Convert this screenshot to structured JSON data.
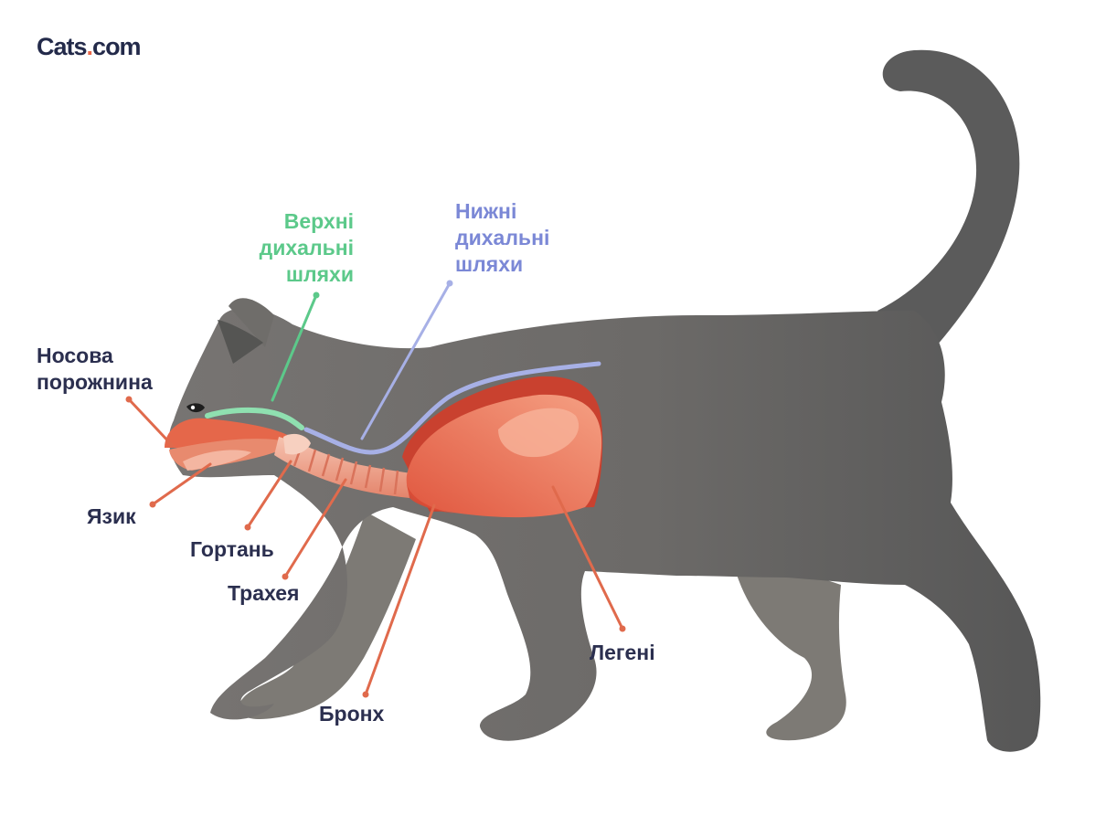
{
  "brand": {
    "name": "Cats",
    "dot": ".",
    "tld": "com"
  },
  "colors": {
    "cat_body": "#6a6866",
    "cat_dark": "#5b5b5b",
    "organ": "#e5674a",
    "organ_light": "#f29a7c",
    "organ_dark": "#c9412f",
    "leader_organ": "#e06a4c",
    "upper_airway": "#5cc98a",
    "lower_airway": "#a7b0e6",
    "label_text": "#2b2f4f"
  },
  "labels": {
    "upper_airways": [
      "Верхні",
      "дихальні",
      "шляхи"
    ],
    "lower_airways": [
      "Нижні",
      "дихальні",
      "шляхи"
    ],
    "nasal_cavity": [
      "Носова",
      "порожнина"
    ],
    "tongue": "Язик",
    "larynx": "Гортань",
    "trachea": "Трахея",
    "bronchus": "Бронх",
    "lungs": "Легені"
  }
}
